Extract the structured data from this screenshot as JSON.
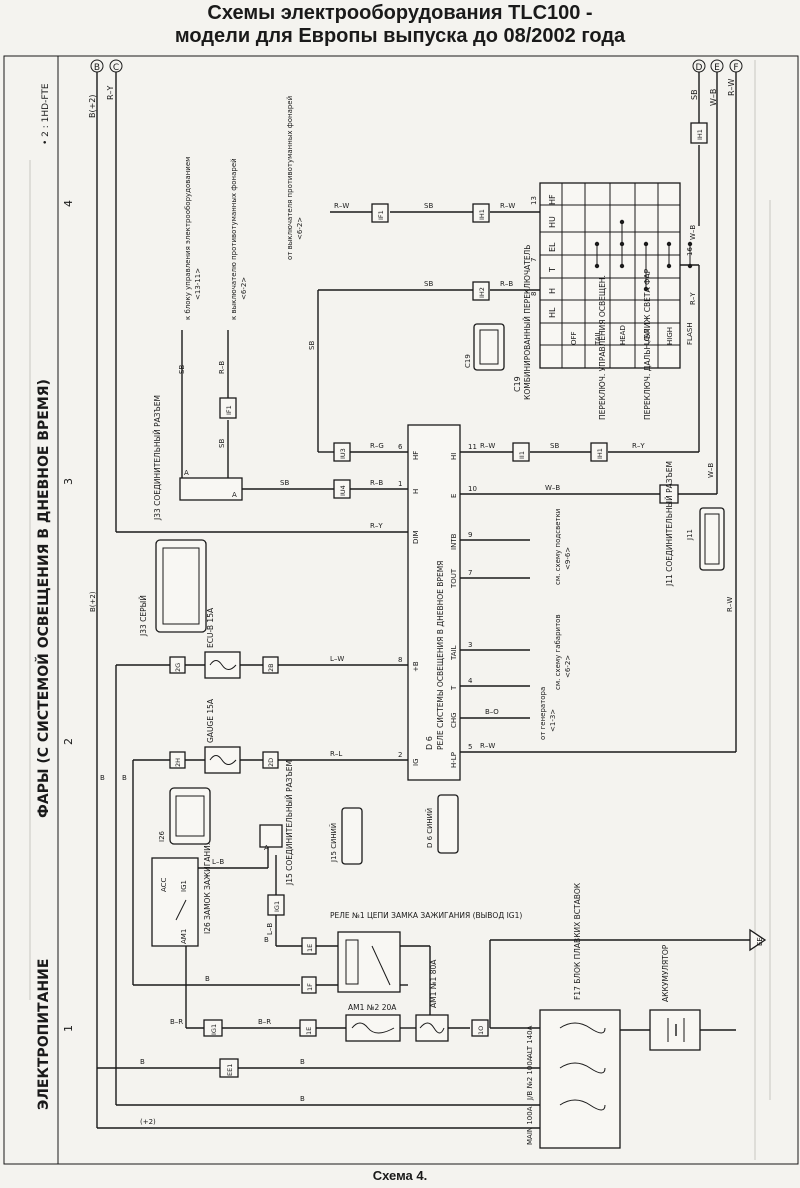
{
  "title": {
    "line1": "Схемы электрооборудования TLC100 -",
    "line2": "модели для Европы выпуска до 08/2002 года"
  },
  "caption": "Схема 4.",
  "side": {
    "power": "ЭЛЕКТРОПИТАНИЕ",
    "headlights": "ФАРЫ (С СИСТЕМОЙ ОСВЕЩЕНИЯ В ДНЕВНОЕ ВРЕМЯ)",
    "engine_note": "• 2 : 1HD-FTE",
    "zone_1": "1",
    "zone_2": "2",
    "zone_3": "3",
    "zone_4": "4"
  },
  "terminals": {
    "b": "B",
    "c": "C",
    "d": "D",
    "e": "E",
    "f": "F",
    "b_plus2": "B(+2)",
    "ry": "R–Y",
    "sb": "SB",
    "wb": "W–B",
    "rw": "R–W"
  },
  "combination_switch": {
    "id": "C19",
    "name": "КОМБИНИРОВАННЫЙ ПЕРЕКЛЮЧАТЕЛЬ",
    "group1": "ПЕРЕКЛЮЧ. УПРАВЛЕНИЯ ОСВЕЩЕН.",
    "group2": "ПЕРЕКЛЮЧ. ДАЛЬН./БЛИЖ СВЕТА ФАР",
    "headers": [
      "HF",
      "HU",
      "EL",
      "T",
      "H",
      "HL"
    ],
    "rows": [
      "OFF",
      "TAIL",
      "HEAD",
      "LOW",
      "HIGH",
      "FLASH"
    ],
    "pins": {
      "p13": "13",
      "p7": "7",
      "p16": "16",
      "p8": "8"
    }
  },
  "relay": {
    "id": "D 6",
    "name": "РЕЛЕ СИСТЕМЫ ОСВЕЩЕНИЯ В ДНЕВНОЕ ВРЕМЯ",
    "left_pins": [
      "HF",
      "H",
      "DIM",
      "+B",
      "IG"
    ],
    "right_pins": [
      "HI",
      "E",
      "INTB",
      "TOUT",
      "TAIL",
      "T",
      "CHG",
      "H-LP"
    ],
    "right_nums": [
      "11",
      "10",
      "9",
      "7",
      "3",
      "4",
      "",
      "5"
    ],
    "left_nums": [
      "6",
      "1",
      "",
      "8",
      "2"
    ],
    "connector_label": "D 6 СИНИЙ"
  },
  "notes": {
    "from_fog_switch": "от выключателя противотуманных фонарей",
    "from_fog_ref": "<6-2>",
    "to_ecu": "к блоку управления электрооборудованием",
    "to_ecu_ref": "<13-11>",
    "to_fog": "к выключателю противотуманных фонарей",
    "to_fog_ref": "<6-2>",
    "see_backlight": "см. схему подсветки",
    "see_backlight_ref": "<9-6>",
    "see_clearance": "см. схему габаритов",
    "see_clearance_ref": "<6-2>",
    "from_alternator": "от генератора",
    "from_alternator_ref": "<1-3>"
  },
  "connectors": {
    "j33": "J33 СОЕДИНИТЕЛЬНЫЙ РАЗЪЕМ",
    "j33_gray": "J33 СЕРЫЙ",
    "j11": "J11 СОЕДИНИТЕЛЬНЫЙ РАЗЪЕМ",
    "j11_icon": "J11",
    "j15": "J15 СОЕДИНИТЕЛЬНЫЙ РАЗЪЕМ",
    "j15_blue": "J15 СИНИЙ",
    "i26": "I26",
    "i26_name": "I26 ЗАМОК ЗАЖИГАНИЯ",
    "c19_icon": "C19",
    "ih1": "IH1",
    "ih2": "IH2",
    "ii1": "II1",
    "if1": "IF1",
    "iu3": "IU3",
    "iu4": "IU4",
    "ig1": "IG1",
    "ie": "1E",
    "if": "1F",
    "io": "1O",
    "ee1": "EE1",
    "c2g": "2G",
    "c2b": "2B",
    "c2h": "2H",
    "c2d": "2D"
  },
  "fuses": {
    "ecu_b": "ECU-B 15A",
    "gauge": "GAUGE 15A",
    "am1_2": "AM1 №2 20A",
    "am1_1": "AM1 №1 80A",
    "alt": "ALT 140A",
    "jb2": "J/B №2 100A",
    "main": "MAIN 100A",
    "f17": "F17 БЛОК ПЛАВКИХ ВСТАВОК"
  },
  "ignition_relay": "РЕЛЕ №1 ЦЕПИ ЗАМКА ЗАЖИГАНИЯ (ВЫВОД IG1)",
  "switch_terms": {
    "acc": "ACC",
    "ig1": "IG1",
    "am1": "AM1"
  },
  "battery": "АККУМУЛЯТОР",
  "ground": "EE",
  "wire_colors": {
    "rw": "R–W",
    "sb": "SB",
    "rb": "R–B",
    "rg": "R–G",
    "ry": "R–Y",
    "lw": "L–W",
    "rl": "R–L",
    "bo": "B–O",
    "lb": "L–B",
    "b": "B",
    "br": "B–R",
    "wb": "W–B",
    "bplus": "B(+2)",
    "plus2": "(+2)"
  }
}
